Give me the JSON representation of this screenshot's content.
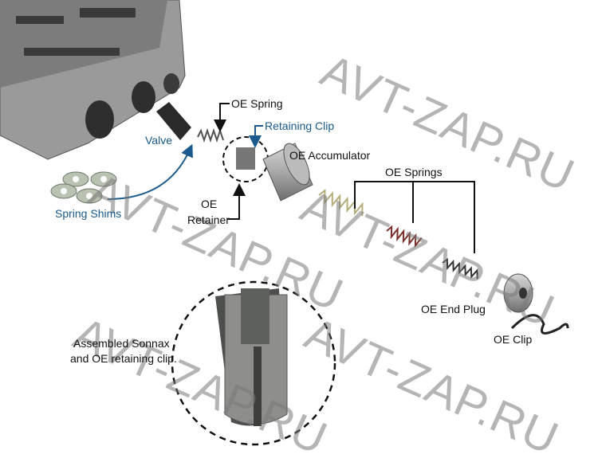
{
  "labels": {
    "oe_spring": "OE Spring",
    "retaining_clip": "Retaining Clip",
    "valve": "Valve",
    "oe_accumulator": "OE Accumulator",
    "oe_springs": "OE Springs",
    "oe_retainer_line1": "OE",
    "oe_retainer_line2": "Retainer",
    "spring_shims": "Spring Shims",
    "oe_end_plug": "OE End Plug",
    "oe_clip": "OE Clip",
    "assembled_line1": "Assembled Sonnax",
    "assembled_line2": "and OE retaining clip."
  },
  "watermark": "AVT-ZAP.RU",
  "colors": {
    "accent_blue": "#1a5a8c",
    "text": "#111111"
  }
}
